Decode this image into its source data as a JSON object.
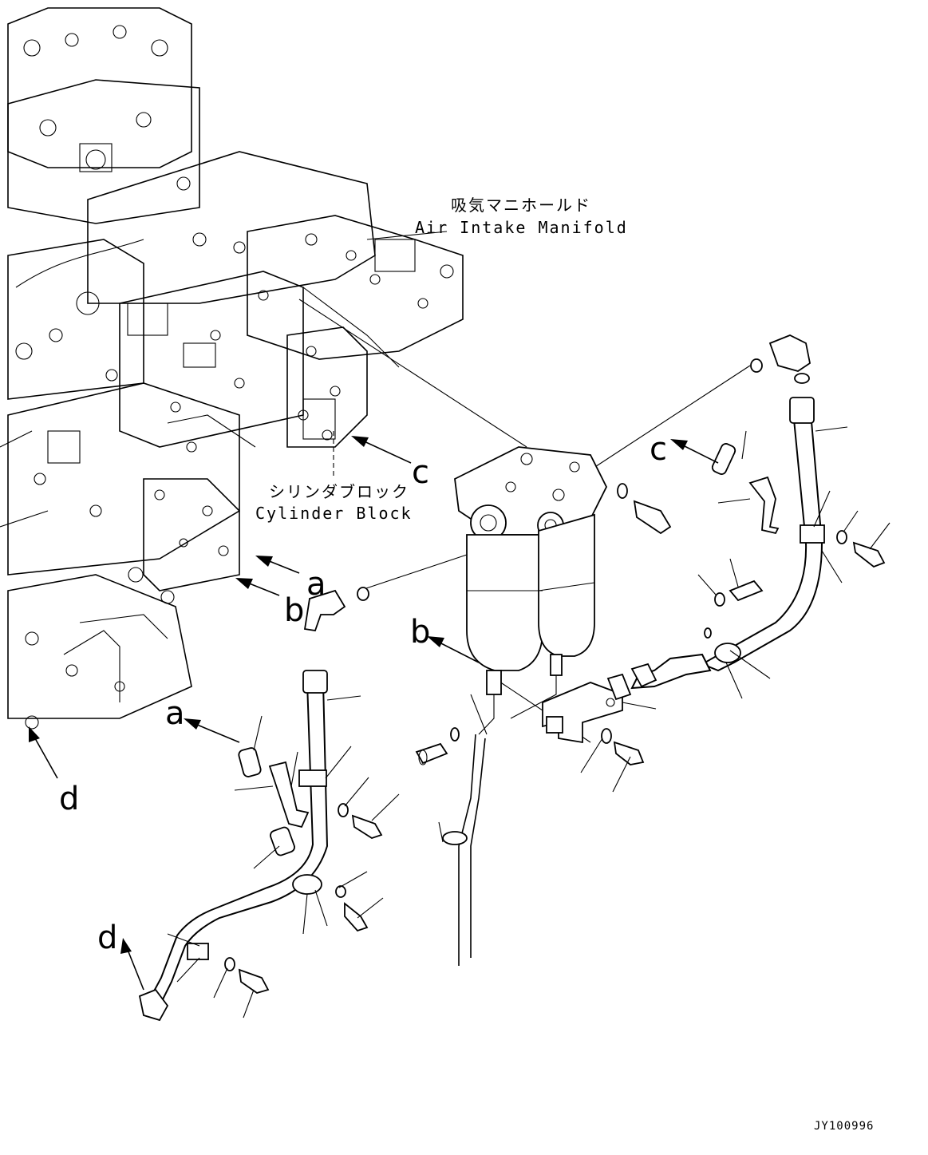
{
  "labels": {
    "air_intake_manifold_ja": "吸気マニホールド",
    "air_intake_manifold_en": "Air Intake Manifold",
    "cylinder_block_ja": "シリンダブロック",
    "cylinder_block_en": "Cylinder Block",
    "drawing_id": "JY100996"
  },
  "callouts": {
    "a_upper": "a",
    "b_upper": "b",
    "c_upper": "c",
    "d_upper": "d",
    "a_lower": "a",
    "b_lower": "b",
    "c_lower": "c",
    "d_lower": "d"
  }
}
